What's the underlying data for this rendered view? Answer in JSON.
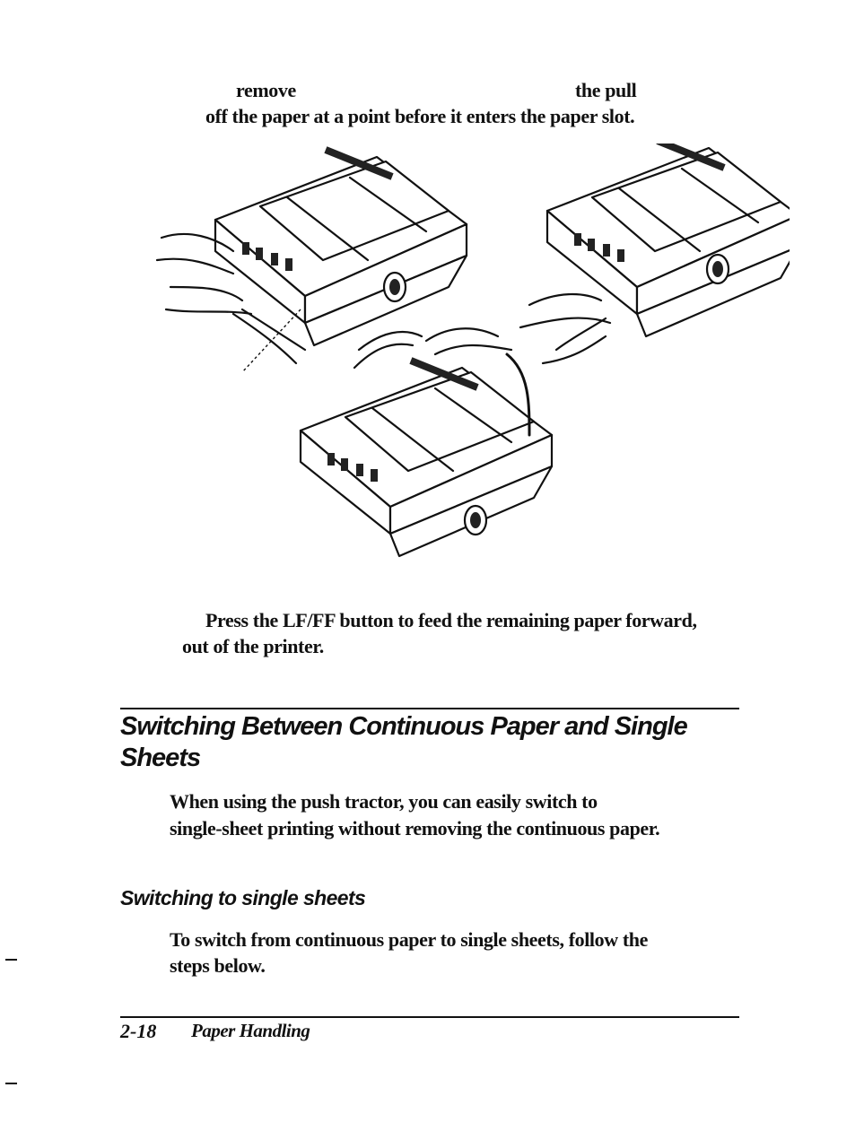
{
  "top_text": {
    "line1_left": "remove",
    "line1_right": "the pull",
    "line2": "off the paper at a point before it enters the paper slot."
  },
  "step_text": {
    "line1": "Press the LF/FF button to feed the remaining paper forward,",
    "line2": "out of the printer."
  },
  "section": {
    "heading_line1": "Switching Between Continuous Paper and Single",
    "heading_line2": "Sheets",
    "para_line1": "When using the push tractor, you can easily switch to",
    "para_line2": "single-sheet printing without removing the continuous paper."
  },
  "subsection": {
    "heading": "Switching to single sheets",
    "para_line1": "To switch from continuous paper to single sheets, follow the",
    "para_line2": "steps below."
  },
  "footer": {
    "page_number": "2-18",
    "chapter_title": "Paper Handling"
  },
  "illustration": {
    "icon": "printer-tearing-paper-illustration"
  }
}
